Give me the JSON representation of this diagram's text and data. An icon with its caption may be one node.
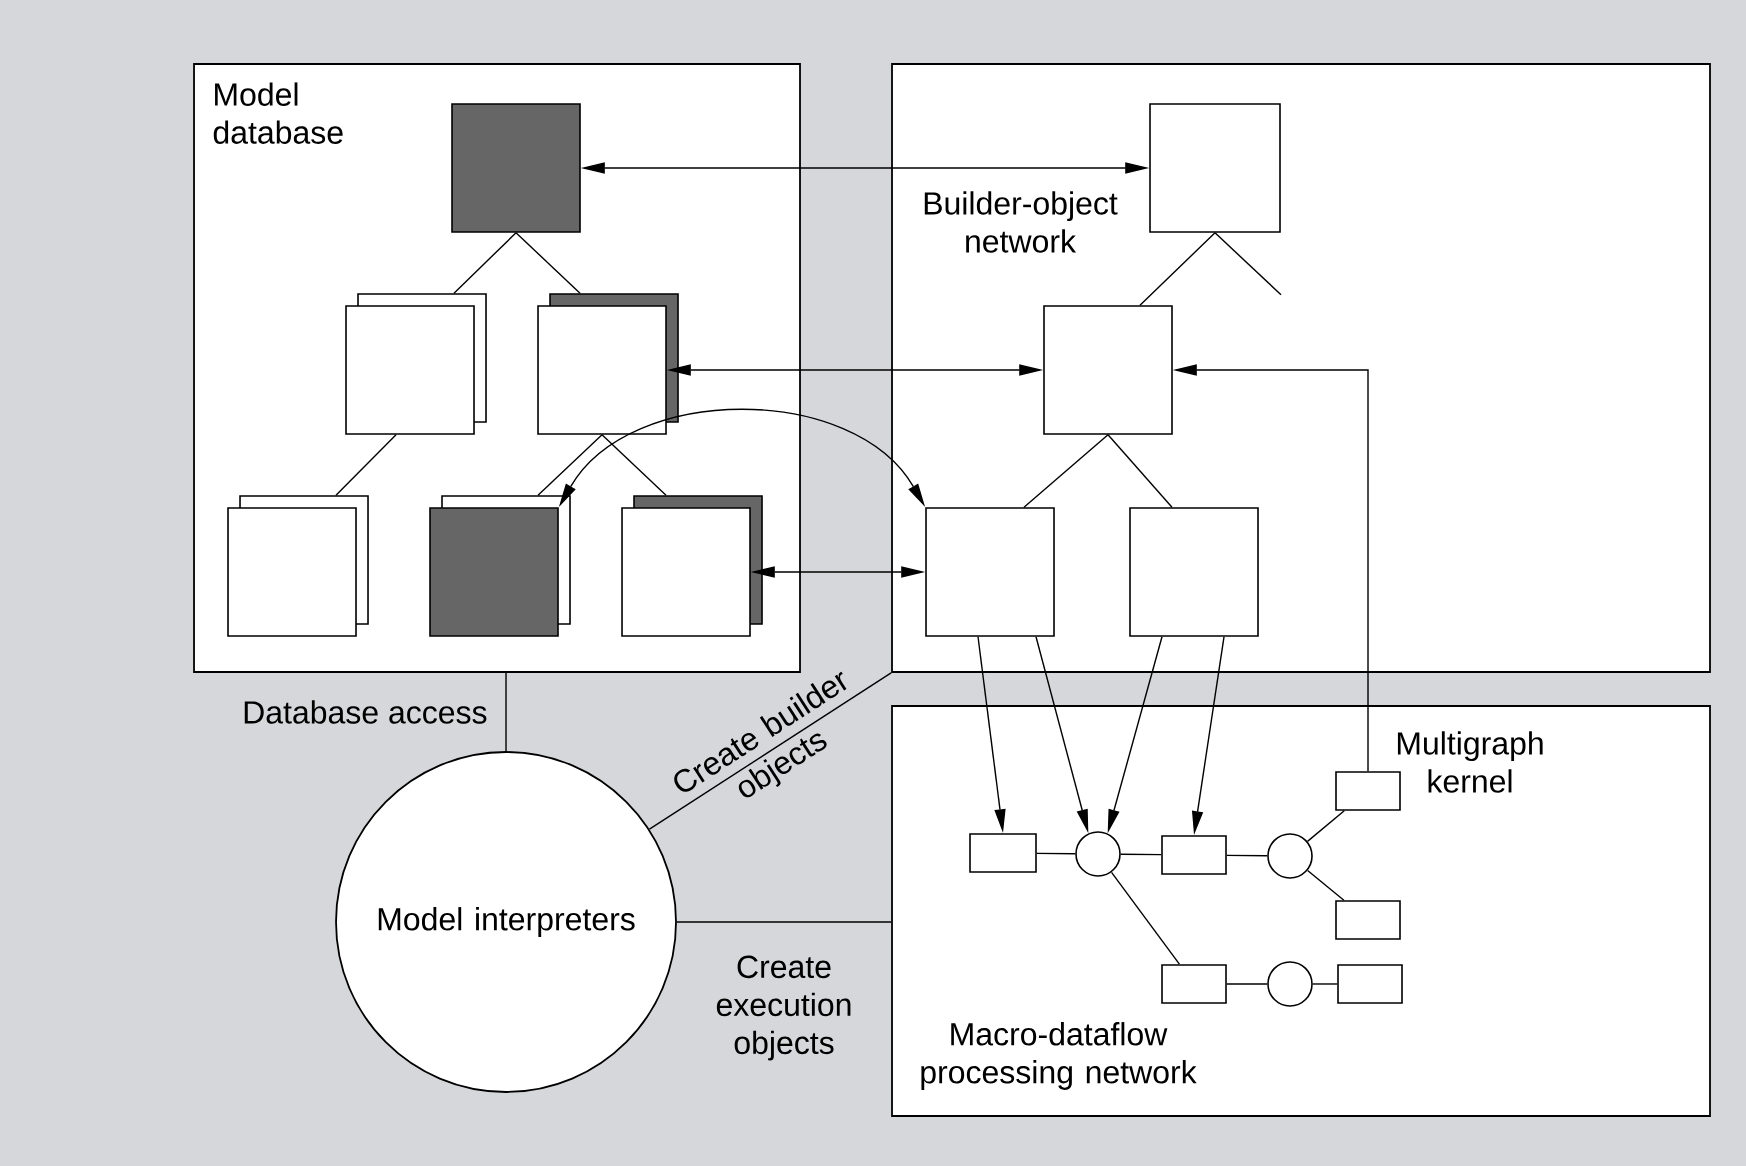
{
  "diagram": {
    "nodes": [
      {
        "text": [
          "Model database"
        ]
      },
      {
        "text": [
          "Builder-object network"
        ]
      },
      {
        "text": [
          "Macro-dataflow processing network",
          "Multigraph kernel"
        ]
      },
      {
        "text": [
          "Model interpreters"
        ]
      },
      {
        "text": [],
        "shape": "box",
        "in": 0
      },
      {
        "text": [],
        "shape": "box",
        "in": 0
      },
      {
        "text": [],
        "shape": "box",
        "in": 0
      },
      {
        "text": [],
        "shape": "box",
        "in": 0
      },
      {
        "text": [],
        "shape": "box",
        "in": 0
      },
      {
        "text": [],
        "shape": "box",
        "in": 0
      },
      {
        "text": [],
        "shape": "box",
        "in": 1
      },
      {
        "text": [],
        "shape": "box",
        "in": 1
      },
      {
        "text": [],
        "shape": "box",
        "in": 1
      },
      {
        "text": [],
        "shape": "box",
        "in": 1
      },
      {
        "text": [],
        "shape": "box",
        "in": 2
      },
      {
        "text": [],
        "shape": "circle",
        "in": 2
      },
      {
        "text": [],
        "shape": "box",
        "in": 2
      },
      {
        "text": [],
        "shape": "circle",
        "in": 2
      },
      {
        "text": [],
        "shape": "box",
        "in": 2
      },
      {
        "text": [],
        "shape": "box",
        "in": 2
      },
      {
        "text": [],
        "shape": "box",
        "in": 2
      },
      {
        "text": [],
        "shape": "circle",
        "in": 2
      },
      {
        "text": [],
        "shape": "box",
        "in": 2
      }
    ],
    "edges": [
      {
        "from": 4,
        "to": 5,
        "arrow": "none"
      },
      {
        "from": 4,
        "to": 6,
        "arrow": "none"
      },
      {
        "from": 5,
        "to": 7,
        "arrow": "none"
      },
      {
        "from": 6,
        "to": 8,
        "arrow": "none"
      },
      {
        "from": 6,
        "to": 9,
        "arrow": "none"
      },
      {
        "from": 10,
        "to": 11,
        "arrow": "none"
      },
      {
        "from": 10,
        "to": null,
        "arrow": "none"
      },
      {
        "from": 11,
        "to": 12,
        "arrow": "none"
      },
      {
        "from": 11,
        "to": 13,
        "arrow": "none"
      },
      {
        "from": 4,
        "to": 10,
        "arrow": "both"
      },
      {
        "from": 6,
        "to": 11,
        "arrow": "both"
      },
      {
        "from": 8,
        "to": 12,
        "arrow": "both"
      },
      {
        "from": 9,
        "to": 12,
        "arrow": "both"
      },
      {
        "from": 18,
        "to": 11,
        "arrow": "to"
      },
      {
        "from": 12,
        "to": 14,
        "arrow": "to"
      },
      {
        "from": 12,
        "to": 15,
        "arrow": "to"
      },
      {
        "from": 13,
        "to": 15,
        "arrow": "to"
      },
      {
        "from": 13,
        "to": 16,
        "arrow": "to"
      },
      {
        "from": 14,
        "to": 15,
        "arrow": "none"
      },
      {
        "from": 15,
        "to": 16,
        "arrow": "none"
      },
      {
        "from": 16,
        "to": 17,
        "arrow": "none"
      },
      {
        "from": 17,
        "to": 18,
        "arrow": "none"
      },
      {
        "from": 17,
        "to": 19,
        "arrow": "none"
      },
      {
        "from": 15,
        "to": 20,
        "arrow": "none"
      },
      {
        "from": 20,
        "to": 21,
        "arrow": "none"
      },
      {
        "from": 21,
        "to": 22,
        "arrow": "none"
      },
      {
        "from": 3,
        "to": 0,
        "arrow": "none",
        "label": "Database access"
      },
      {
        "from": 3,
        "to": 1,
        "arrow": "none",
        "label": "Create builder objects"
      },
      {
        "from": 3,
        "to": 2,
        "arrow": "none",
        "label": "Create execution objects"
      }
    ]
  }
}
